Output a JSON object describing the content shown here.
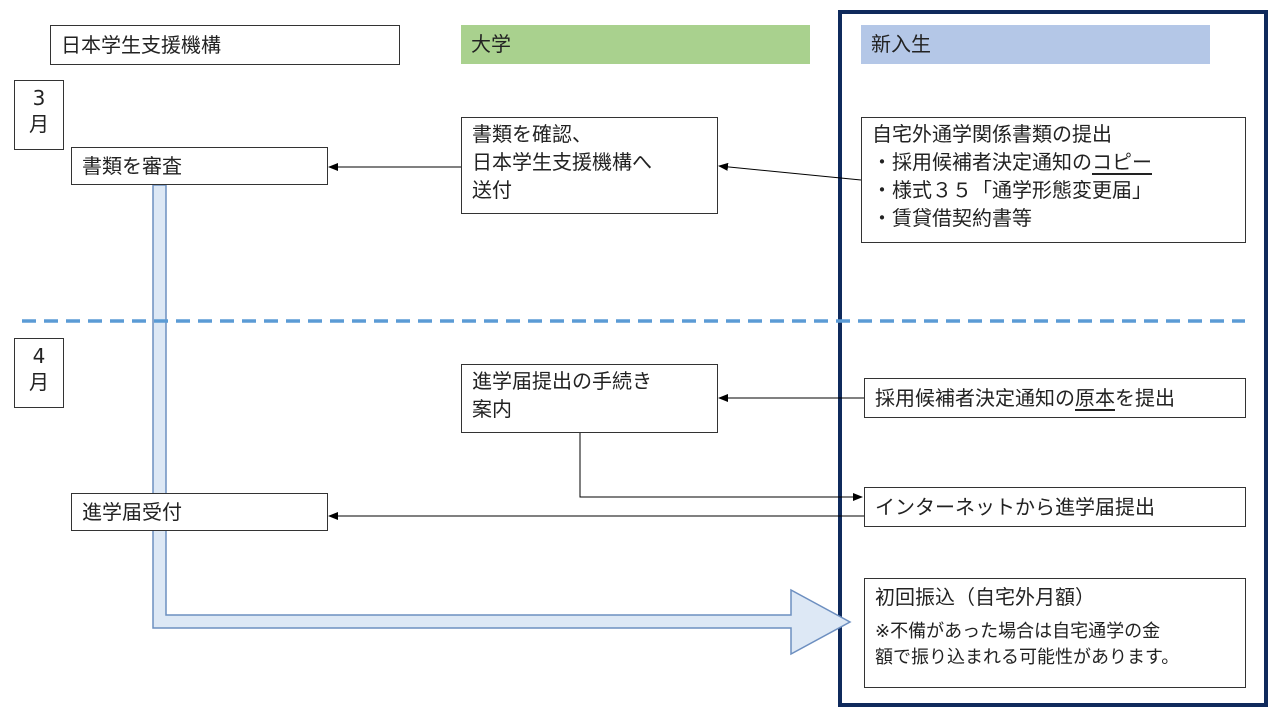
{
  "headers": {
    "jasso": "日本学生支援機構",
    "university": "大学",
    "student": "新入生"
  },
  "colors": {
    "university_header": "#a9d18e",
    "student_header": "#b4c7e7",
    "student_frame": "#0f2a5c",
    "divider": "#5b9bd5",
    "big_arrow_fill": "#dde8f5",
    "big_arrow_stroke": "#6d8fc0"
  },
  "months": {
    "march": [
      "3",
      "月"
    ],
    "april": [
      "4",
      "月"
    ]
  },
  "march": {
    "jasso_review": "書類を審査",
    "univ_confirm": [
      "書類を確認、",
      "日本学生支援機構へ",
      "送付"
    ],
    "student_docs": {
      "title": "自宅外通学関係書類の提出",
      "item1_prefix": "・採用候補者決定通知の",
      "item1_underlined": "コピー",
      "item2": "・様式３５「通学形態変更届」",
      "item3": "・賃貸借契約書等"
    }
  },
  "april": {
    "univ_guide": [
      "進学届提出の手続き",
      "案内"
    ],
    "student_original_prefix": "採用候補者決定通知の",
    "student_original_underlined": "原本",
    "student_original_suffix": "を提出",
    "student_internet": "インターネットから進学届提出",
    "jasso_accept": "進学届受付",
    "first_transfer_title": "初回振込（自宅外月額）",
    "first_transfer_note": [
      "※不備があった場合は自宅通学の金",
      "額で振り込まれる可能性があります。"
    ]
  }
}
